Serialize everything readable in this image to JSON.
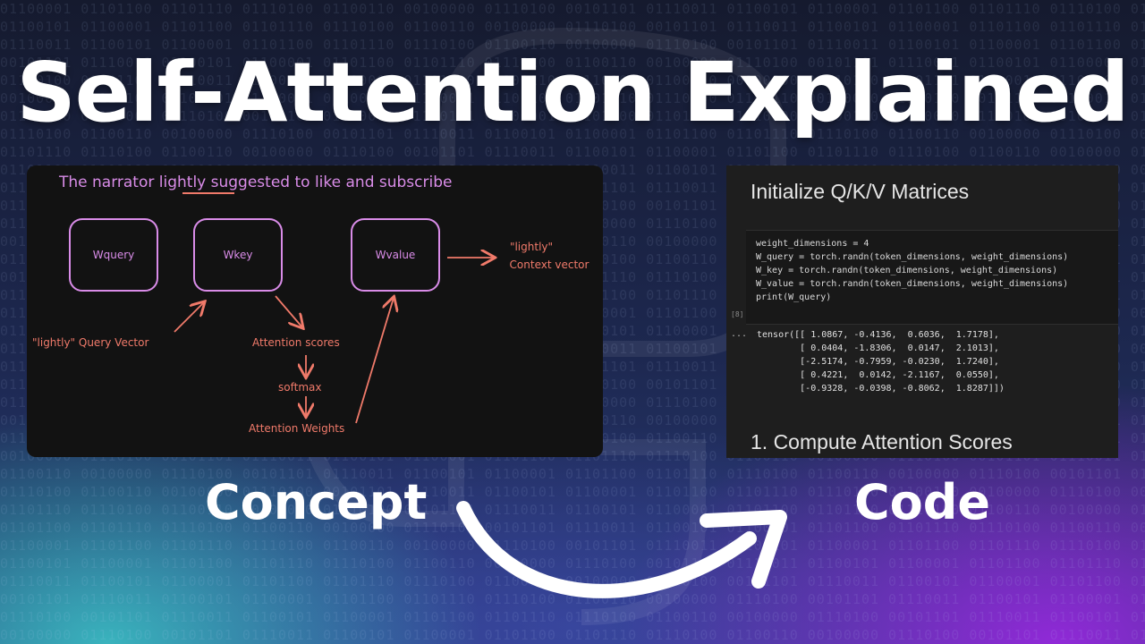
{
  "title": "Self-Attention Explained",
  "colors": {
    "pink": "#d98ce8",
    "salmon": "#f07a6a",
    "white": "#ffffff"
  },
  "concept": {
    "sentence": "The narrator lightly suggested to like and subscribe",
    "boxes": [
      "Wquery",
      "Wkey",
      "Wvalue"
    ],
    "query_vector": "\"lightly\" Query Vector",
    "attention_scores": "Attention scores",
    "softmax": "softmax",
    "attention_weights": "Attention Weights",
    "context_word": "\"lightly\"",
    "context_vector": "Context vector"
  },
  "code": {
    "heading": "Initialize Q/K/V Matrices",
    "lines": [
      "weight_dimensions = 4",
      "W_query = torch.randn(token_dimensions, weight_dimensions)",
      "W_key = torch.randn(token_dimensions, weight_dimensions)",
      "W_value = torch.randn(token_dimensions, weight_dimensions)",
      "print(W_query)"
    ],
    "cell_index": "[8]",
    "output_marker": "...",
    "output": [
      "tensor([[ 1.0867, -0.4136,  0.6036,  1.7178],",
      "        [ 0.0404, -1.8306,  0.0147,  2.1013],",
      "        [-2.5174, -0.7959, -0.0230,  1.7240],",
      "        [ 0.4221,  0.0142, -2.1167,  0.0550],",
      "        [-0.9328, -0.0398, -0.8062,  1.8287]])"
    ],
    "next_heading": "1. Compute Attention Scores"
  },
  "captions": {
    "concept": "Concept",
    "code": "Code"
  },
  "icons": {
    "arrow": "curved-arrow-icon",
    "watermark": "python-logo-icon"
  }
}
